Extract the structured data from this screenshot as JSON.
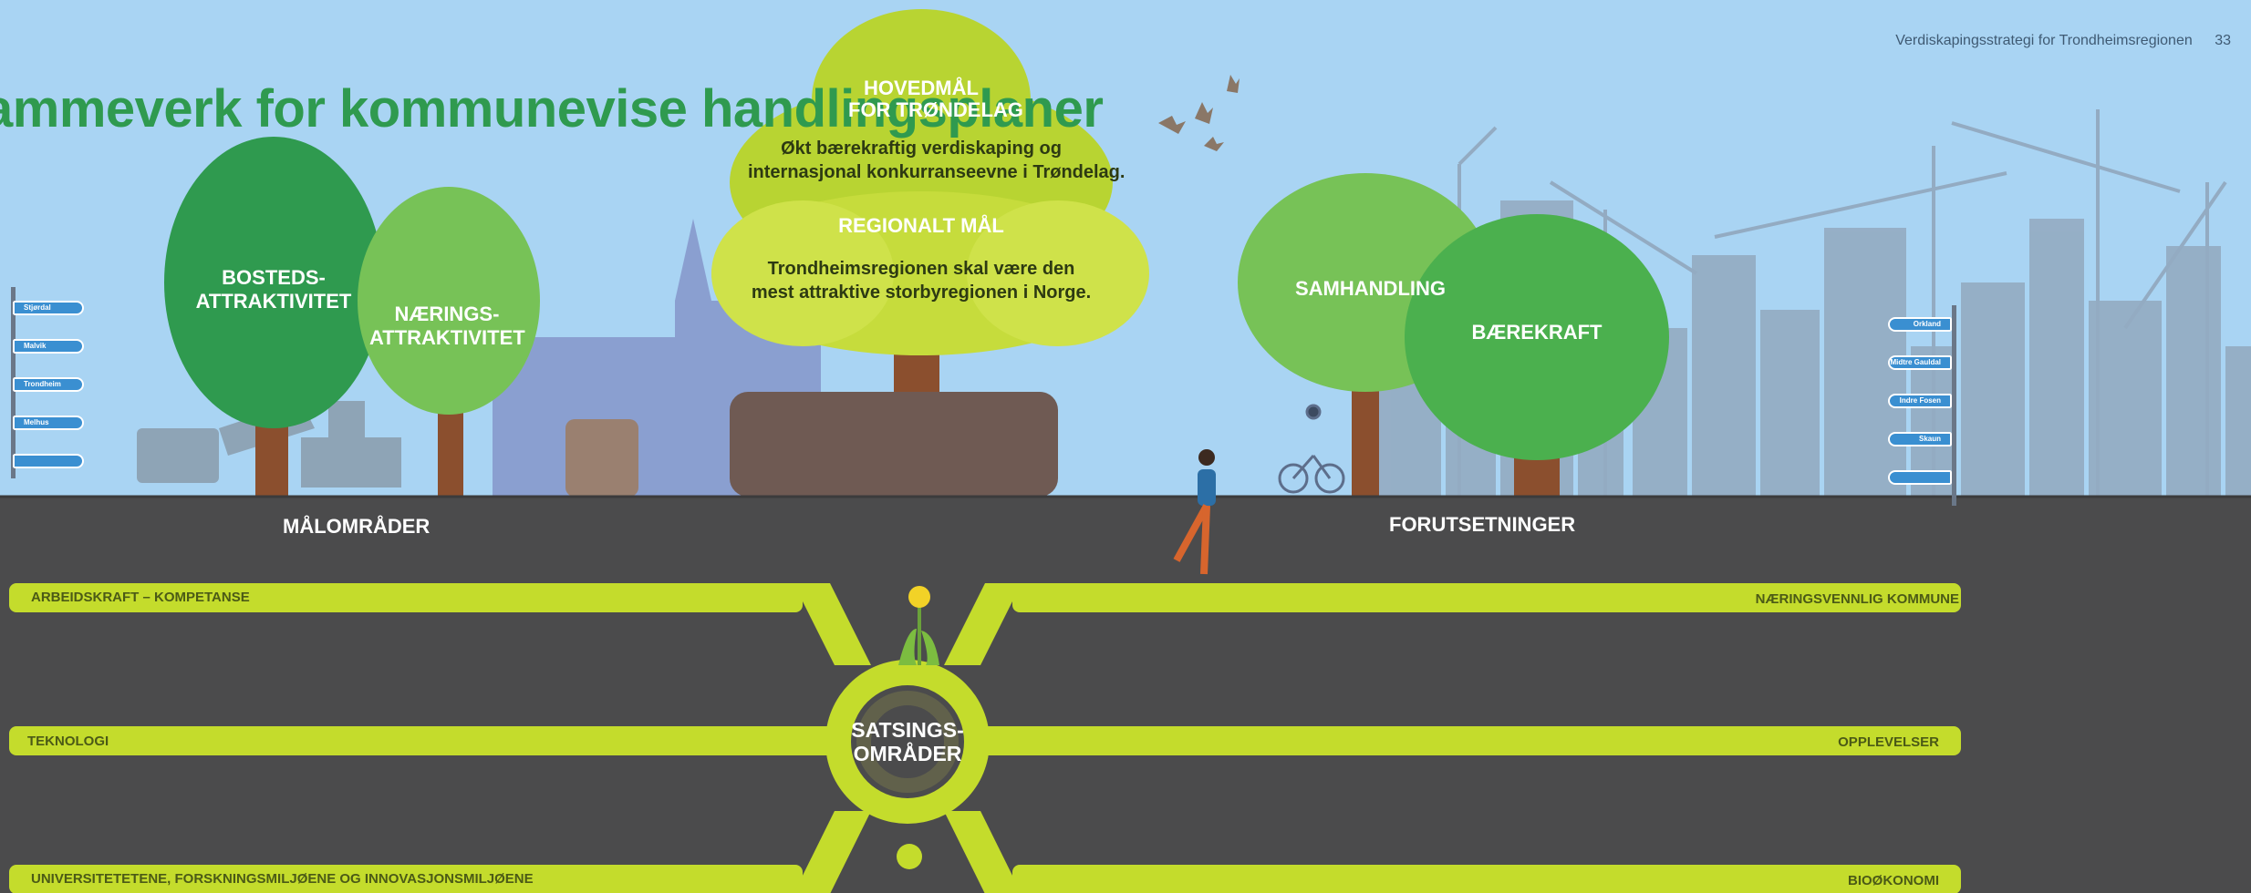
{
  "header": {
    "document_title": "Verdiskapingsstrategi for Trondheimsregionen",
    "page_number": "33"
  },
  "page_title": "ammeverk for kommunevise handlingsplaner",
  "goal": {
    "main_title_line1": "HOVEDMÅL",
    "main_title_line2": "FOR TRØNDELAG",
    "main_text_line1": "Økt bærekraftig verdiskaping og",
    "main_text_line2": "internasjonal konkurranseevne i Trøndelag.",
    "regional_title": "REGIONALT MÅL",
    "regional_text_line1": "Trondheimsregionen skal være den",
    "regional_text_line2": "mest attraktive storbyregionen i Norge."
  },
  "trees": {
    "bosteds_line1": "BOSTEDS-",
    "bosteds_line2": "ATTRAKTIVITET",
    "naerings_line1": "NÆRINGS-",
    "naerings_line2": "ATTRAKTIVITET",
    "samhandling": "SAMHANDLING",
    "baerekraft": "BÆREKRAFT"
  },
  "sections": {
    "left": "MÅLOMRÅDER",
    "right": "FORUTSETNINGER"
  },
  "center": {
    "line1": "SATSINGS-",
    "line2": "OMRÅDER"
  },
  "roads_left": [
    "ARBEIDSKRAFT – KOMPETANSE",
    "TEKNOLOGI",
    "UNIVERSITETETENE, FORSKNINGSMILJØENE OG INNOVASJONSMILJØENE"
  ],
  "roads_right": [
    "NÆRINGSVENNLIG KOMMUNE",
    "OPPLEVELSER",
    "BIOØKONOMI"
  ],
  "signs_left": [
    "Stjørdal",
    "Malvik",
    "Trondheim",
    "Melhus",
    ""
  ],
  "signs_right": [
    "Orkland",
    "Midtre Gauldal",
    "Indre Fosen",
    "Skaun",
    ""
  ],
  "colors": {
    "sky": "#a9d4f3",
    "ground": "#4b4b4c",
    "road": "#c4dc2c",
    "title_green": "#2f9a4f",
    "skyline": "#93abc2",
    "sign_blue": "#3a8fd1"
  },
  "icons": [
    "birds-icon",
    "crane-icon",
    "dandelion-icon",
    "runner-icon",
    "cyclist-icon",
    "crowd-icon",
    "excavator-icon"
  ]
}
